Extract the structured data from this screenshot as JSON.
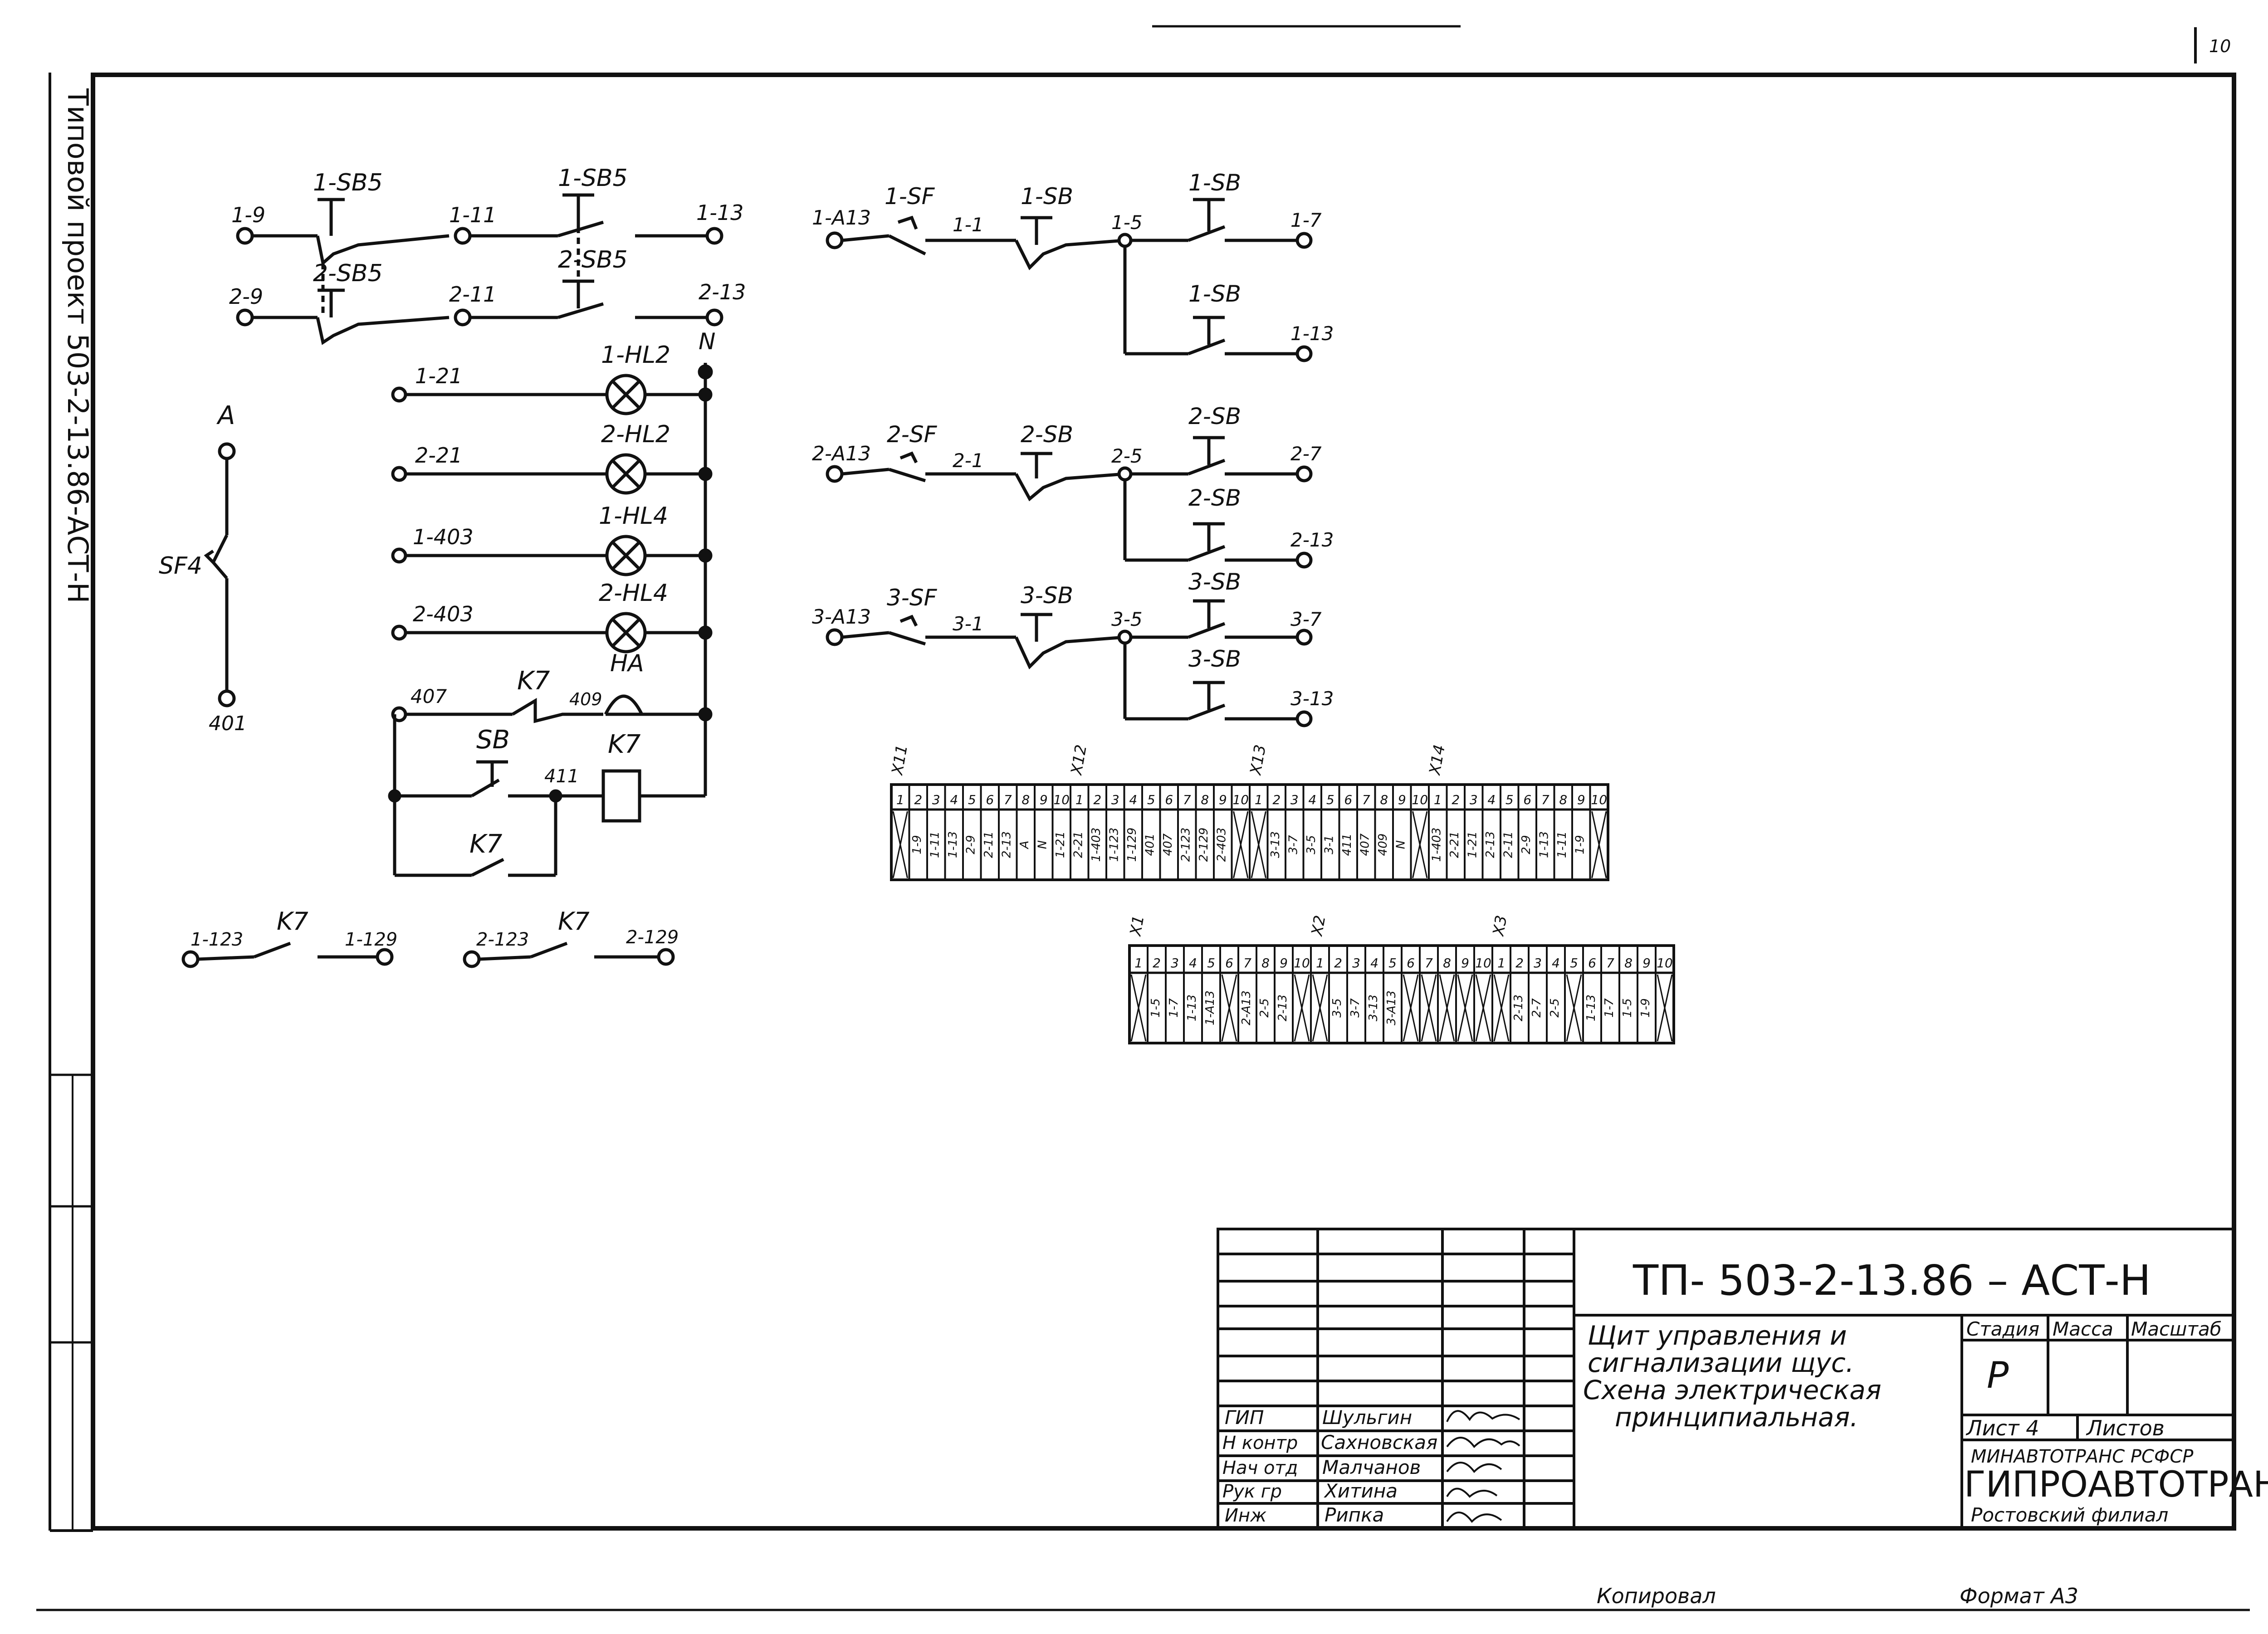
{
  "page_number": "10",
  "left_stamp": "Типовой проект 503-2-13.86-АСТ-Н",
  "designation": "ТП- 503-2-13.86 – АСТ-Н",
  "title_lines": [
    "Щит управления и",
    "сигнализации щус.",
    "Схена электрическая",
    "принципиальная."
  ],
  "stage_header": "Стадия",
  "mass_header": "Масса",
  "scale_header": "Масштаб",
  "stage_value": "Р",
  "sheet_label": "Лист 4",
  "sheets_label": "Листов",
  "org_line1": "МИНАВТОТРАНС РСФСР",
  "org_line2": "ГИПРОАВТОТРАНС",
  "org_line3": "Ростовский филиал",
  "signers": [
    {
      "role": "ГИП",
      "name": "Шульгин"
    },
    {
      "role": "Н контр",
      "name": "Сахновская"
    },
    {
      "role": "Нач отд",
      "name": "Малчанов"
    },
    {
      "role": "Рук гр",
      "name": "Хитина"
    },
    {
      "role": "Инж",
      "name": "Рипка"
    }
  ],
  "copied_label": "Копировал",
  "format_label": "Формат А3",
  "schematic": {
    "sb5": {
      "row1": [
        "1-9",
        "1-SB5",
        "1-11",
        "1-SB5",
        "1-13"
      ],
      "row2": [
        "2-9",
        "2-SB5",
        "2-11",
        "2-SB5",
        "2-13"
      ]
    },
    "sf4": {
      "top": "A",
      "label": "SF4",
      "bottom": "401"
    },
    "lamps": [
      {
        "wire": "1-21",
        "label": "1-HL2"
      },
      {
        "wire": "2-21",
        "label": "2-HL2"
      },
      {
        "wire": "1-403",
        "label": "1-HL4"
      },
      {
        "wire": "2-403",
        "label": "2-HL4"
      }
    ],
    "neutral": "N",
    "alarm": {
      "w407": "407",
      "k7": "K7",
      "w409": "409",
      "ha": "HA",
      "sb": "SB",
      "w411": "411",
      "coil": "K7",
      "hold": "K7"
    },
    "bottom_contacts": [
      {
        "left": "1-123",
        "label": "K7",
        "right": "1-129"
      },
      {
        "left": "2-123",
        "label": "K7",
        "right": "2-129"
      }
    ],
    "channels": [
      {
        "in": "1-A13",
        "sf": "1-SF",
        "w1": "1-1",
        "sb": "1-SB",
        "w5": "1-5",
        "sb_top": "1-SB",
        "w7": "1-7",
        "sb_bot": "1-SB",
        "w13": "1-13"
      },
      {
        "in": "2-A13",
        "sf": "2-SF",
        "w1": "2-1",
        "sb": "2-SB",
        "w5": "2-5",
        "sb_top": "2-SB",
        "w7": "2-7",
        "sb_bot": "2-SB",
        "w13": "2-13"
      },
      {
        "in": "3-A13",
        "sf": "3-SF",
        "w1": "3-1",
        "sb": "3-SB",
        "w5": "3-5",
        "sb_top": "3-SB",
        "w7": "3-7",
        "sb_bot": "3-SB",
        "w13": "3-13"
      }
    ],
    "terminal_block_1": {
      "groups": [
        "X11",
        "X12",
        "X13",
        "X14"
      ],
      "numbers": [
        "1",
        "2",
        "3",
        "4",
        "5",
        "6",
        "7",
        "8",
        "9",
        "10",
        "1",
        "2",
        "3",
        "4",
        "5",
        "6",
        "7",
        "8",
        "9",
        "10",
        "1",
        "2",
        "3",
        "4",
        "5",
        "6",
        "7",
        "8",
        "9",
        "10",
        "1",
        "2",
        "3",
        "4",
        "5",
        "6",
        "7",
        "8",
        "9",
        "10"
      ],
      "wires": [
        "",
        "1-9",
        "1-11",
        "1-13",
        "2-9",
        "2-11",
        "2-13",
        "A",
        "N",
        "1-21",
        "2-21",
        "1-403",
        "1-123",
        "1-129",
        "401",
        "407",
        "2-123",
        "2-129",
        "2-403",
        "",
        "",
        "3-13",
        "3-7",
        "3-5",
        "3-1",
        "411",
        "407",
        "409",
        "N",
        "",
        "1-403",
        "2-21",
        "1-21",
        "2-13",
        "2-11",
        "2-9",
        "1-13",
        "1-11",
        "1-9",
        ""
      ]
    },
    "terminal_block_2": {
      "groups": [
        "X1",
        "X2",
        "X3"
      ],
      "numbers": [
        "1",
        "2",
        "3",
        "4",
        "5",
        "6",
        "7",
        "8",
        "9",
        "10",
        "1",
        "2",
        "3",
        "4",
        "5",
        "6",
        "7",
        "8",
        "9",
        "10",
        "1",
        "2",
        "3",
        "4",
        "5",
        "6",
        "7",
        "8",
        "9",
        "10"
      ],
      "wires": [
        "",
        "1-5",
        "1-7",
        "1-13",
        "1-A13",
        "",
        "2-A13",
        "2-5",
        "2-13",
        "",
        "",
        "3-5",
        "3-7",
        "3-13",
        "3-A13",
        "",
        "",
        "",
        "",
        "",
        "",
        "2-13",
        "2-7",
        "2-5",
        "",
        "1-13",
        "1-7",
        "1-5",
        "1-9",
        ""
      ]
    }
  }
}
